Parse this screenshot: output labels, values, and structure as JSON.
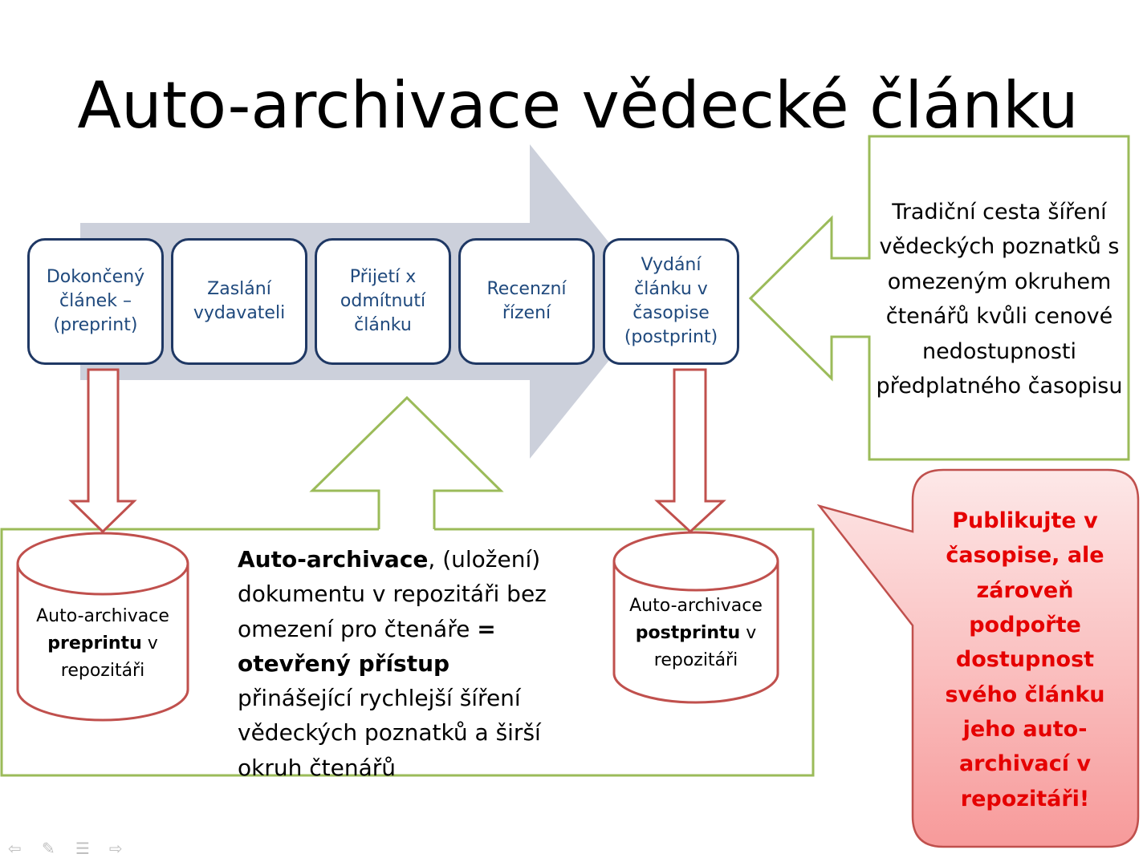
{
  "title": "Auto-archivace vědecké článku",
  "process_steps": [
    {
      "label": "Dokončený článek – (preprint)"
    },
    {
      "label": "Zaslání vydavateli"
    },
    {
      "label": "Přijetí x odmítnutí článku"
    },
    {
      "label": "Recenzní řízení"
    },
    {
      "label": "Vydání článku v časopise (postprint)"
    }
  ],
  "traditional_callout": "Tradiční cesta šíření vědeckých poznatků s omezeným okruhem čtenářů kvůli cenové nedostupnosti předplatného časopisu",
  "repositories": {
    "preprint": {
      "line1": "Auto-archivace",
      "bold": "preprintu",
      "rest": " v",
      "line3": "repozitáři"
    },
    "postprint": {
      "line1": "Auto-archivace",
      "bold": "postprintu",
      "rest": " v",
      "line3": "repozitáři"
    }
  },
  "open_access_text": {
    "bold1": "Auto-archivace",
    "part1": ", (uložení) dokumentu v repozitáři bez omezení pro čtenáře ",
    "bold2": "= otevřený přístup",
    "part2": " přinášející rychlejší šíření vědeckých poznatků a širší okruh čtenářů"
  },
  "call_to_action": "Publikujte v časopise, ale zároveň podpořte dostupnost svého článku jeho auto-archivací v repozitáři!",
  "nav_icons": [
    "arrow-left-icon",
    "pen-icon",
    "menu-icon",
    "arrow-right-icon"
  ],
  "colors": {
    "step_border": "#1f3864",
    "step_text": "#1f497d",
    "big_arrow": "#ccd0db",
    "green_outline": "#9bbb59",
    "red_outline": "#c0504d",
    "cta_text": "#e50000"
  }
}
